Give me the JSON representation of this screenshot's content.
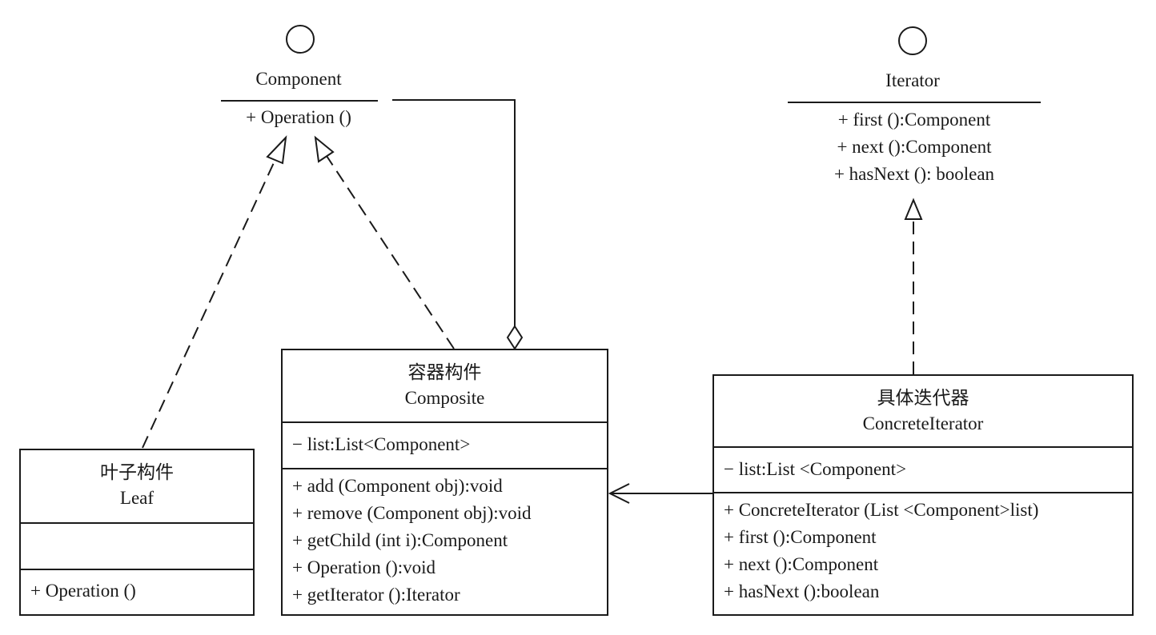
{
  "component": {
    "name": "Component",
    "operations": [
      "+ Operation ()"
    ]
  },
  "iterator": {
    "name": "Iterator",
    "operations": [
      "+ first ():Component",
      "+ next ():Component",
      "+ hasNext (): boolean"
    ]
  },
  "leaf": {
    "title_cn": "叶子构件",
    "title_en": "Leaf",
    "attributes": [],
    "operations": [
      "+ Operation ()"
    ]
  },
  "composite": {
    "title_cn": "容器构件",
    "title_en": "Composite",
    "attributes": [
      "− list:List<Component>"
    ],
    "operations": [
      "+ add (Component obj):void",
      "+ remove (Component obj):void",
      "+ getChild (int i):Component",
      "+ Operation ():void",
      "+ getIterator ():Iterator"
    ]
  },
  "concrete_iterator": {
    "title_cn": "具体迭代器",
    "title_en": "ConcreteIterator",
    "attributes": [
      "− list:List <Component>"
    ],
    "operations": [
      "+ ConcreteIterator (List <Component>list)",
      "+ first ():Component",
      "+ next ():Component",
      "+ hasNext ():boolean"
    ]
  }
}
